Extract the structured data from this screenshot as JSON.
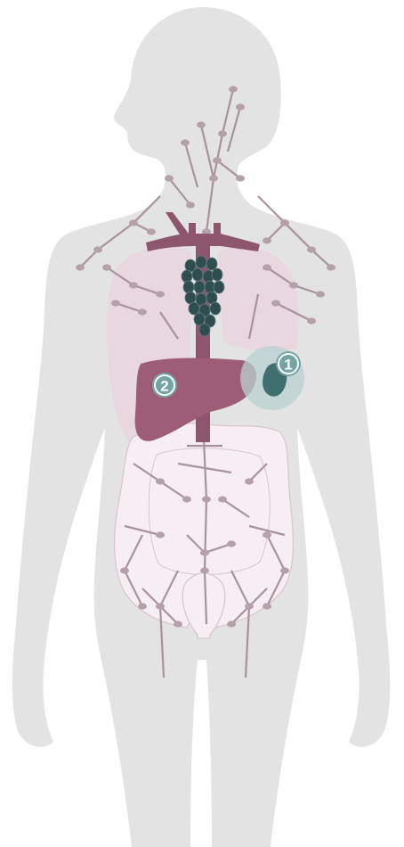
{
  "colors": {
    "background": "#ffffff",
    "silhouette": "#e3e3e3",
    "intestine": "#f6eef2",
    "intestine_outline": "#d9c4cf",
    "lymph": "#a8929c",
    "lymph_node": "#b5a0aa",
    "lungs": "#ead3dc",
    "liver": "#9e5d76",
    "vessels": "#8e566d",
    "thymus": "#2f4d4f",
    "spleen": "#3f6f6f",
    "marker": "#74a3a4",
    "highlight": "#b9d0d1"
  },
  "markers": [
    {
      "id": "spleen-marker",
      "label": "1",
      "organ": "spleen"
    },
    {
      "id": "liver-marker",
      "label": "2",
      "organ": "liver"
    }
  ]
}
